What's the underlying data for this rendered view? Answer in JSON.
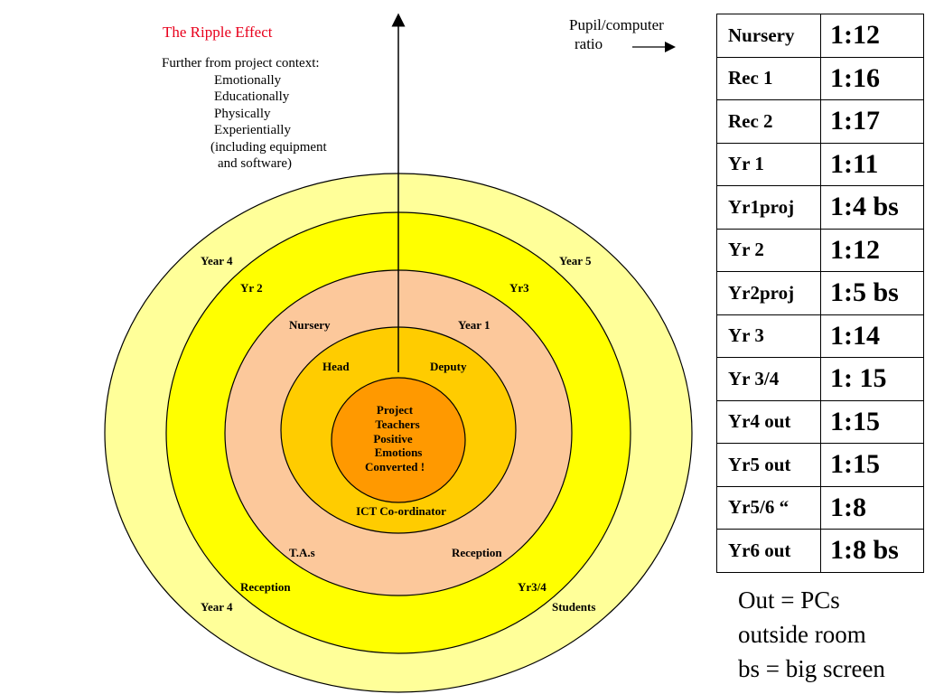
{
  "title": "The Ripple Effect",
  "intro": {
    "heading": "Further from project context:",
    "items": [
      "Emotionally",
      "Educationally",
      "Physically",
      "Experientially"
    ],
    "note_line1": "(including equipment",
    "note_line2": "and software)"
  },
  "ratio_label": {
    "line1": "Pupil/computer",
    "line2": "ratio"
  },
  "colors": {
    "outer_ring": "#ffff99",
    "yellow_ring": "#ffff00",
    "peach_ring": "#fcc89b",
    "gold_ring": "#ffcc00",
    "core": "#ff9900",
    "title_red": "#e8001c"
  },
  "rings": {
    "outer": {
      "top_left": "Year 4",
      "top_right": "Year 5",
      "bottom_left": "Year 4",
      "bottom_right": "Students"
    },
    "yellow": {
      "top_left": "Yr 2",
      "top_right": "Yr3",
      "bottom_left": "Reception",
      "bottom_right": "Yr3/4"
    },
    "peach": {
      "top_left": "Nursery",
      "top_right": "Year 1",
      "bottom_left": "T.A.s",
      "bottom_right": "Reception"
    },
    "gold": {
      "top_left": "Head",
      "top_right": "Deputy",
      "bottom": "ICT Co-ordinator"
    },
    "core": [
      "Project",
      "Teachers",
      "Positive",
      "Emotions",
      "Converted !"
    ]
  },
  "ratio_table": [
    {
      "group": "Nursery",
      "ratio": "1:12"
    },
    {
      "group": "Rec 1",
      "ratio": "1:16"
    },
    {
      "group": "Rec 2",
      "ratio": "1:17"
    },
    {
      "group": "Yr 1",
      "ratio": "1:11"
    },
    {
      "group": "Yr1proj",
      "ratio": "1:4 bs"
    },
    {
      "group": "Yr 2",
      "ratio": "1:12"
    },
    {
      "group": "Yr2proj",
      "ratio": "1:5 bs"
    },
    {
      "group": "Yr 3",
      "ratio": "1:14"
    },
    {
      "group": "Yr 3/4",
      "ratio": "1: 15"
    },
    {
      "group": "Yr4 out",
      "ratio": "1:15"
    },
    {
      "group": "Yr5 out",
      "ratio": "1:15"
    },
    {
      "group": "Yr5/6 “",
      "ratio": "1:8"
    },
    {
      "group": "Yr6 out",
      "ratio": "1:8 bs"
    }
  ],
  "notes": [
    "Out = PCs",
    "outside room",
    "bs = big screen"
  ]
}
